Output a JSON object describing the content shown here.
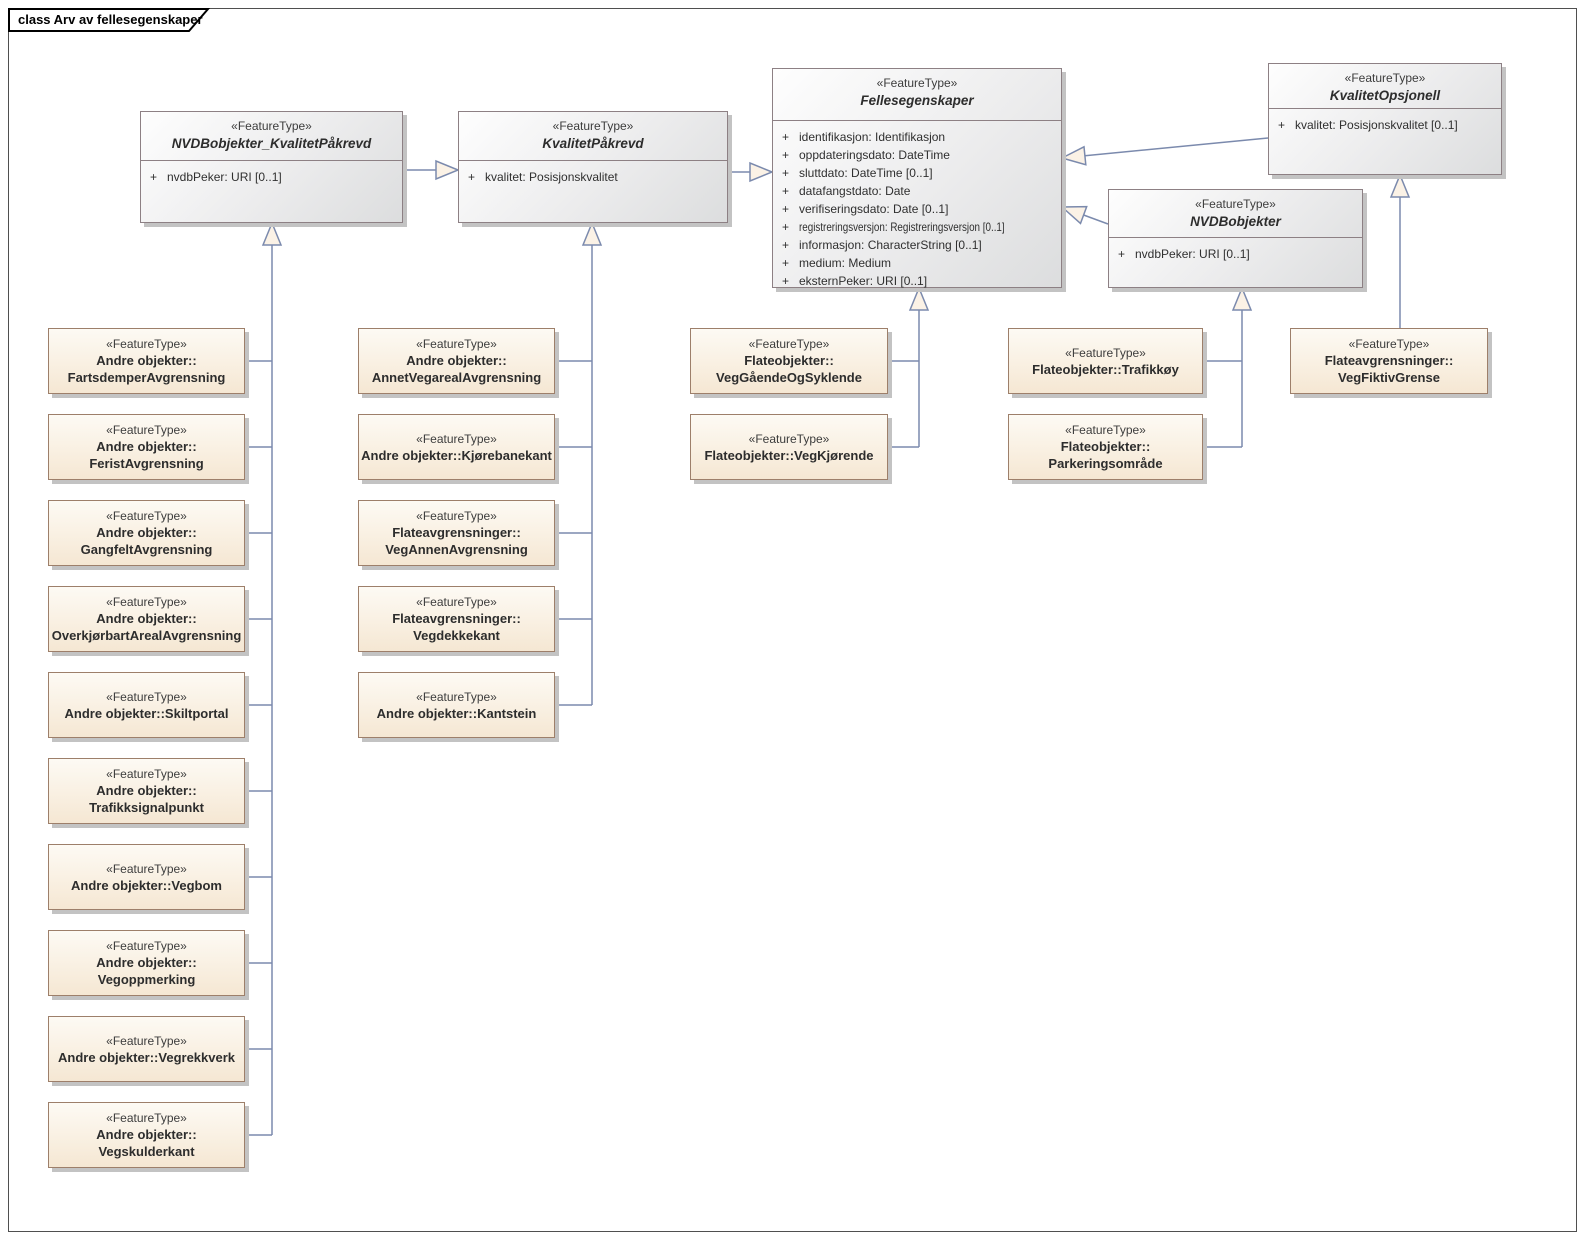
{
  "tab": {
    "label": "class Arv av fellesegenskaper"
  },
  "stereotype": "«FeatureType»",
  "colors": {
    "connector_line": "#7b8aad",
    "arrow_fill": "#fbf2e6",
    "parent_border": "#8d8084",
    "child_border": "#9d7f6a",
    "parent_fill": "#e6e7e8",
    "child_fill": "#f9f0e2"
  },
  "parents": {
    "nvdb_kvalitet": {
      "name": "NVDBobjekter_KvalitetPåkrevd",
      "attributes": [
        {
          "vis": "+",
          "text": "nvdbPeker: URI [0..1]"
        }
      ]
    },
    "kvalitetpakrevd": {
      "name": "KvalitetPåkrevd",
      "attributes": [
        {
          "vis": "+",
          "text": "kvalitet: Posisjonskvalitet"
        }
      ]
    },
    "fellesegenskaper": {
      "name": "Fellesegenskaper",
      "attributes": [
        {
          "vis": "+",
          "text": "identifikasjon: Identifikasjon"
        },
        {
          "vis": "+",
          "text": "oppdateringsdato: DateTime"
        },
        {
          "vis": "+",
          "text": "sluttdato: DateTime [0..1]"
        },
        {
          "vis": "+",
          "text": "datafangstdato: Date"
        },
        {
          "vis": "+",
          "text": "verifiseringsdato: Date [0..1]"
        },
        {
          "vis": "+",
          "text": "registreringsversjon: Registreringsversjon [0..1]"
        },
        {
          "vis": "+",
          "text": "informasjon: CharacterString [0..1]"
        },
        {
          "vis": "+",
          "text": "medium: Medium"
        },
        {
          "vis": "+",
          "text": "eksternPeker: URI [0..1]"
        }
      ]
    },
    "kvalitetopsjonell": {
      "name": "KvalitetOpsjonell",
      "attributes": [
        {
          "vis": "+",
          "text": "kvalitet: Posisjonskvalitet [0..1]"
        }
      ]
    },
    "nvdbobjekter": {
      "name": "NVDBobjekter",
      "attributes": [
        {
          "vis": "+",
          "text": "nvdbPeker: URI [0..1]"
        }
      ]
    }
  },
  "children": [
    {
      "line1": "Andre objekter::",
      "line2": "FartsdemperAvgrensning"
    },
    {
      "line1": "Andre objekter::",
      "line2": "FeristAvgrensning"
    },
    {
      "line1": "Andre objekter::",
      "line2": "GangfeltAvgrensning"
    },
    {
      "line1": "Andre objekter::",
      "line2": "OverkjørbartArealAvgrensning"
    },
    {
      "line1": "Andre objekter::Skiltportal"
    },
    {
      "line1": "Andre objekter::",
      "line2": "Trafikksignalpunkt"
    },
    {
      "line1": "Andre objekter::Vegbom"
    },
    {
      "line1": "Andre objekter::",
      "line2": "Vegoppmerking"
    },
    {
      "line1": "Andre objekter::Vegrekkverk"
    },
    {
      "line1": "Andre objekter::",
      "line2": "Vegskulderkant"
    },
    {
      "line1": "Andre objekter::",
      "line2": "AnnetVegarealAvgrensning"
    },
    {
      "line1": "Andre objekter::Kjørebanekant"
    },
    {
      "line1": "Flateavgrensninger::",
      "line2": "VegAnnenAvgrensning"
    },
    {
      "line1": "Flateavgrensninger::",
      "line2": "Vegdekkekant"
    },
    {
      "line1": "Andre objekter::Kantstein"
    },
    {
      "line1": "Flateobjekter::",
      "line2": "VegGåendeOgSyklende"
    },
    {
      "line1": "Flateobjekter::VegKjørende"
    },
    {
      "line1": "Flateobjekter::Trafikkøy"
    },
    {
      "line1": "Flateobjekter::",
      "line2": "Parkeringsområde"
    },
    {
      "line1": "Flateavgrensninger::",
      "line2": "VegFiktivGrense"
    }
  ]
}
